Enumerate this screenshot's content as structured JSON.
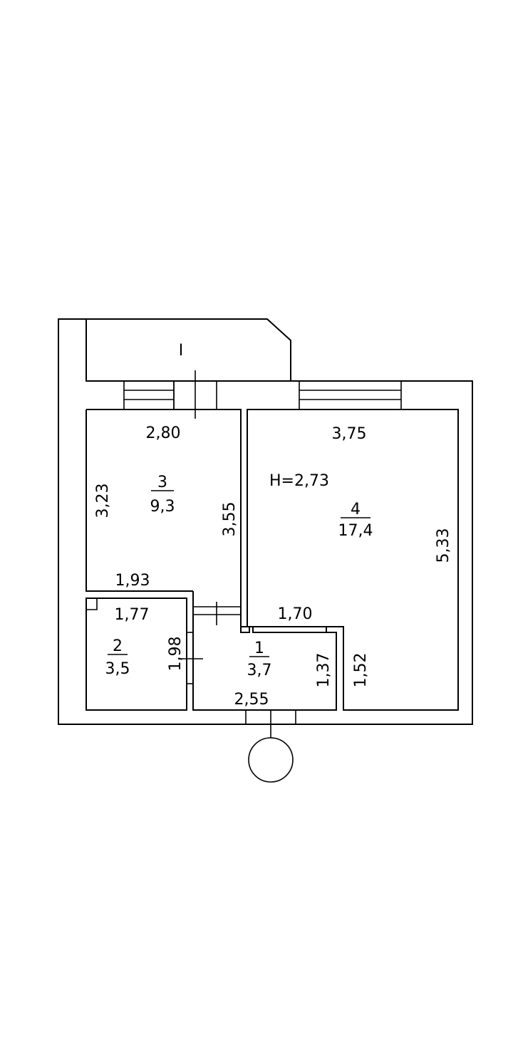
{
  "balcony": {
    "label": "I"
  },
  "height_note": "H=2,73",
  "rooms": [
    {
      "number": "3",
      "area": "9,3"
    },
    {
      "number": "4",
      "area": "17,4"
    },
    {
      "number": "2",
      "area": "3,5"
    },
    {
      "number": "1",
      "area": "3,7"
    }
  ],
  "dimensions": {
    "room3_width": "2,80",
    "room3_height": "3,23",
    "room3_inner_height": "3,55",
    "room3_bottom": "1,93",
    "room4_width": "3,75",
    "room4_height": "5,33",
    "room4_notch": "1,70",
    "room4_notch_height": "1,52",
    "room2_width": "1,77",
    "room2_height": "1,98",
    "room1_height": "1,37",
    "room1_width": "2,55"
  }
}
